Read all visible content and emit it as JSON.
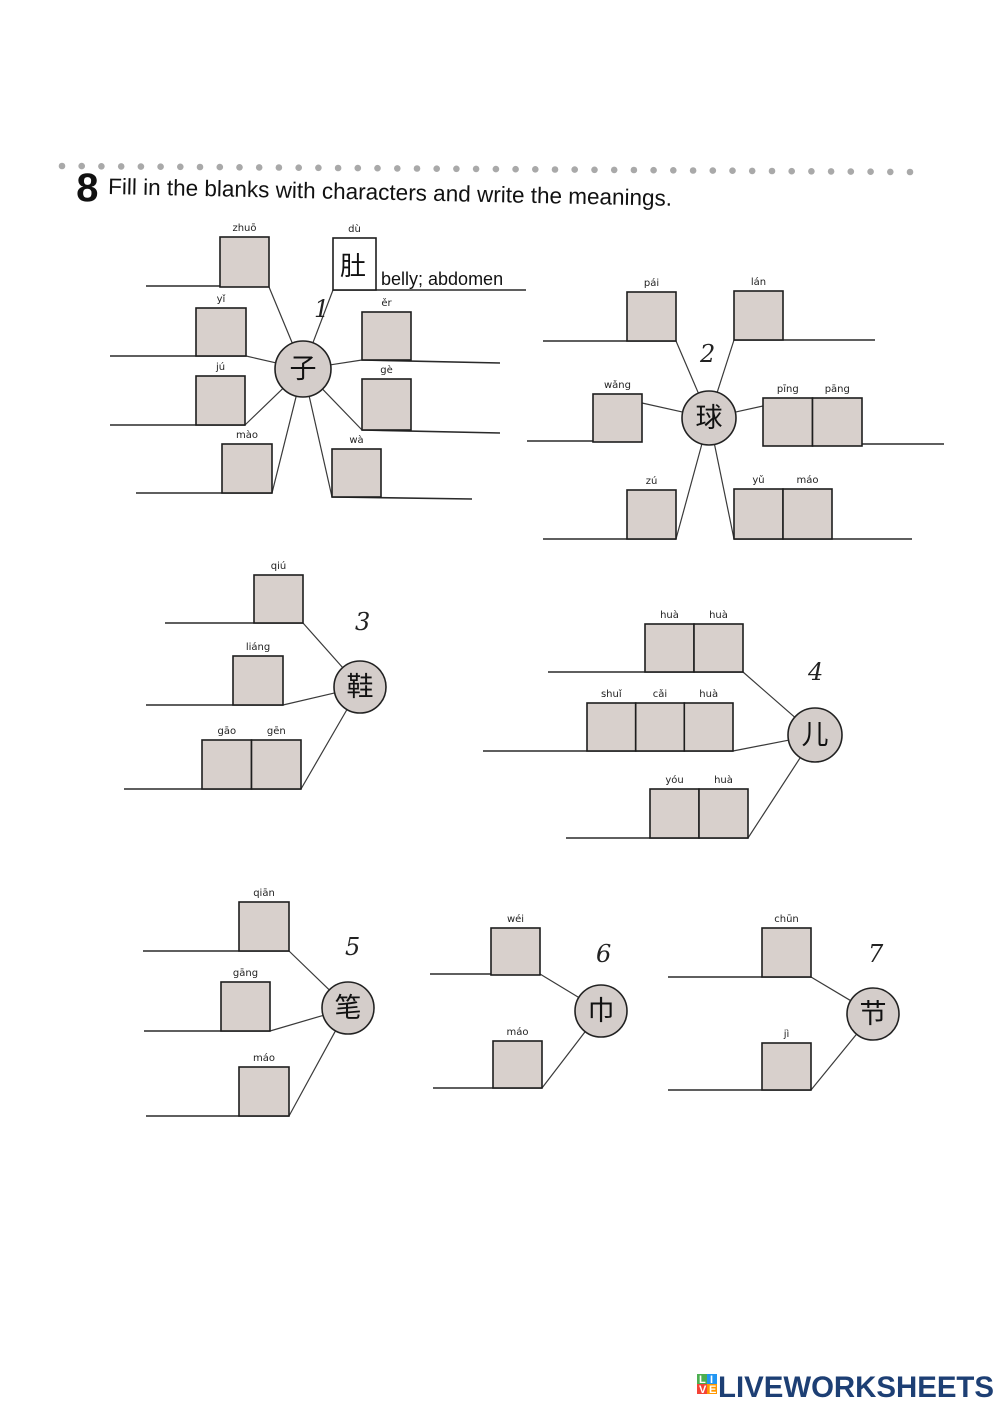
{
  "exercise": {
    "number": "8",
    "instruction": "Fill in the blanks with characters and write the meanings."
  },
  "clusters": [
    {
      "number": "1",
      "hub": "子",
      "slots": [
        {
          "pinyin": [
            "zhuō"
          ]
        },
        {
          "pinyin": [
            "dù"
          ],
          "given_char": "肚",
          "meaning": "belly; abdomen"
        },
        {
          "pinyin": [
            "yǐ"
          ]
        },
        {
          "pinyin": [
            "ěr"
          ]
        },
        {
          "pinyin": [
            "jú"
          ]
        },
        {
          "pinyin": [
            "gè"
          ]
        },
        {
          "pinyin": [
            "mào"
          ]
        },
        {
          "pinyin": [
            "wà"
          ]
        }
      ]
    },
    {
      "number": "2",
      "hub": "球",
      "slots": [
        {
          "pinyin": [
            "pái"
          ]
        },
        {
          "pinyin": [
            "lán"
          ]
        },
        {
          "pinyin": [
            "wǎng"
          ]
        },
        {
          "pinyin": [
            "pīng",
            "pāng"
          ]
        },
        {
          "pinyin": [
            "zú"
          ]
        },
        {
          "pinyin": [
            "yǔ",
            "máo"
          ]
        }
      ]
    },
    {
      "number": "3",
      "hub": "鞋",
      "slots": [
        {
          "pinyin": [
            "qiú"
          ]
        },
        {
          "pinyin": [
            "liáng"
          ]
        },
        {
          "pinyin": [
            "gāo",
            "gēn"
          ]
        }
      ]
    },
    {
      "number": "4",
      "hub": "儿",
      "slots": [
        {
          "pinyin": [
            "huà",
            "huà"
          ]
        },
        {
          "pinyin": [
            "shuǐ",
            "cǎi",
            "huà"
          ]
        },
        {
          "pinyin": [
            "yóu",
            "huà"
          ]
        }
      ]
    },
    {
      "number": "5",
      "hub": "笔",
      "slots": [
        {
          "pinyin": [
            "qiān"
          ]
        },
        {
          "pinyin": [
            "gāng"
          ]
        },
        {
          "pinyin": [
            "máo"
          ]
        }
      ]
    },
    {
      "number": "6",
      "hub": "巾",
      "slots": [
        {
          "pinyin": [
            "wéi"
          ]
        },
        {
          "pinyin": [
            "máo"
          ]
        }
      ]
    },
    {
      "number": "7",
      "hub": "节",
      "slots": [
        {
          "pinyin": [
            "chūn"
          ]
        },
        {
          "pinyin": [
            "jì"
          ]
        }
      ]
    }
  ],
  "watermark": {
    "brand": "LIVEWORKSHEETS",
    "logo_letters": [
      "L",
      "I",
      "V",
      "E"
    ]
  }
}
